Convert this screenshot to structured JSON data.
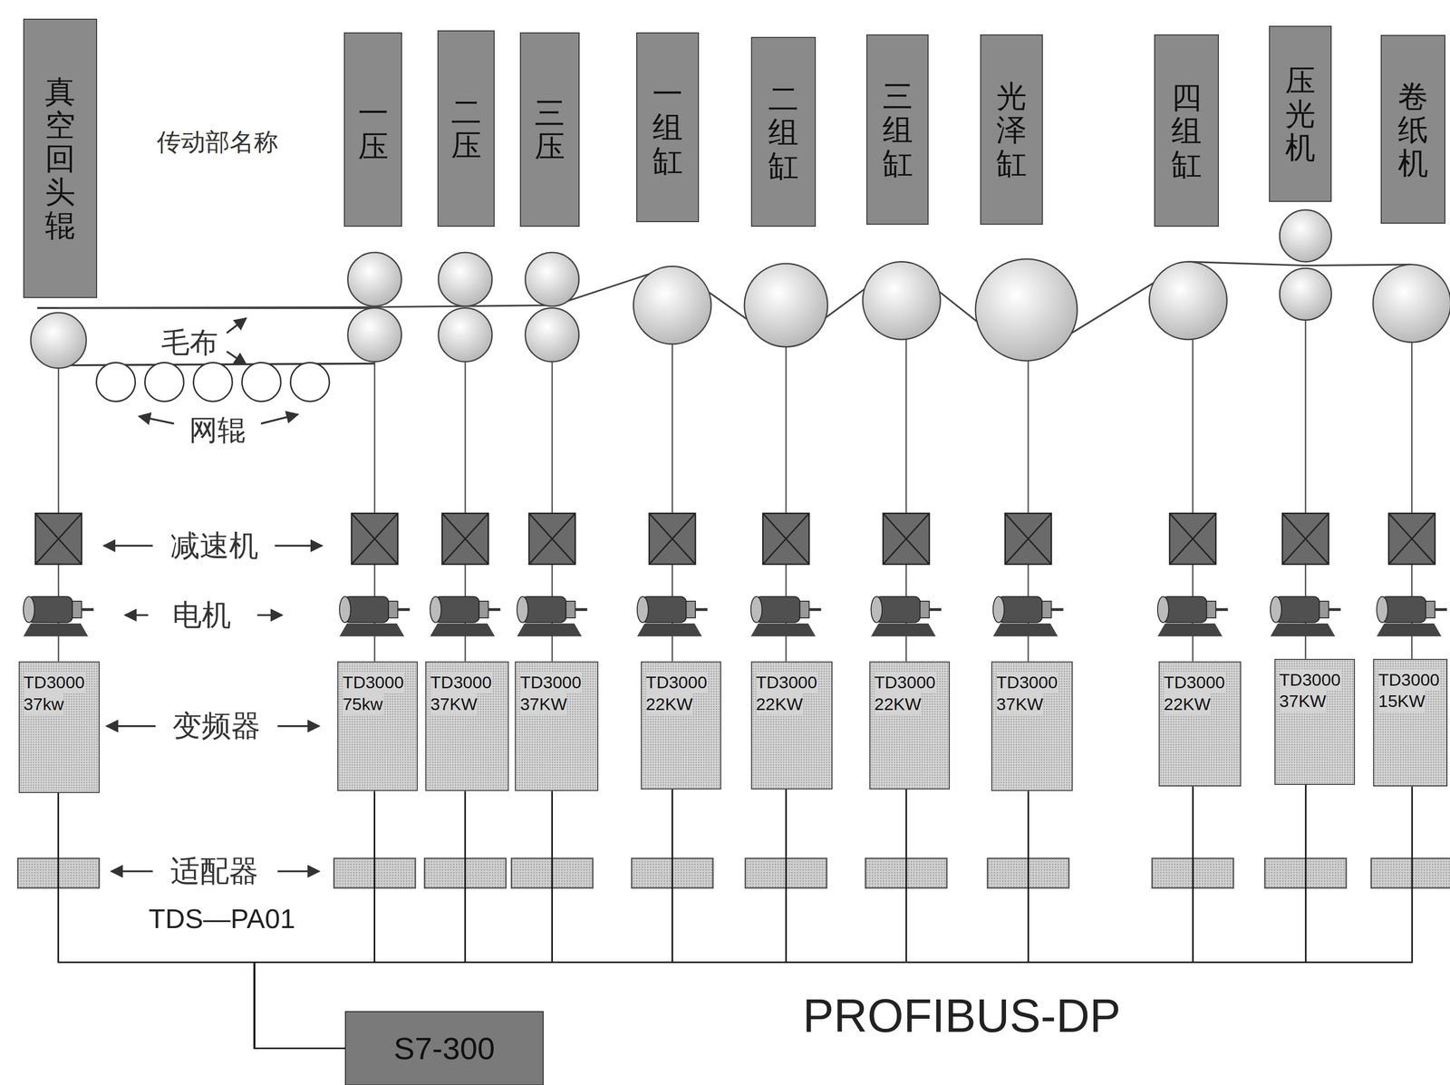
{
  "diagram": {
    "nodes": [
      {
        "text": [
          "真空回头辊"
        ]
      },
      {
        "text": [
          "一压"
        ]
      },
      {
        "text": [
          "二压"
        ]
      },
      {
        "text": [
          "三压"
        ]
      },
      {
        "text": [
          "一组缸"
        ]
      },
      {
        "text": [
          "二组缸"
        ]
      },
      {
        "text": [
          "三组缸"
        ]
      },
      {
        "text": [
          "光泽缸"
        ]
      },
      {
        "text": [
          "四组缸"
        ]
      },
      {
        "text": [
          "压光机"
        ]
      },
      {
        "text": [
          "卷纸机"
        ]
      },
      {
        "text": [
          "TD3000",
          "37kw"
        ]
      },
      {
        "text": [
          "TD3000",
          "75kw"
        ]
      },
      {
        "text": [
          "TD3000",
          "37KW"
        ]
      },
      {
        "text": [
          "TD3000",
          "37KW"
        ]
      },
      {
        "text": [
          "TD3000",
          "22KW"
        ]
      },
      {
        "text": [
          "TD3000",
          "22KW"
        ]
      },
      {
        "text": [
          "TD3000",
          "22KW"
        ]
      },
      {
        "text": [
          "TD3000",
          "37KW"
        ]
      },
      {
        "text": [
          "TD3000",
          "22KW"
        ]
      },
      {
        "text": [
          "TD3000",
          "37KW"
        ]
      },
      {
        "text": [
          "TD3000",
          "15KW"
        ]
      },
      {
        "text": [
          "S7-300"
        ]
      }
    ],
    "edges": [
      {
        "from": 11,
        "to": 22,
        "arrow": "none"
      },
      {
        "from": 12,
        "to": 22,
        "arrow": "none"
      },
      {
        "from": 13,
        "to": 22,
        "arrow": "none"
      },
      {
        "from": 14,
        "to": 22,
        "arrow": "none"
      },
      {
        "from": 15,
        "to": 22,
        "arrow": "none"
      },
      {
        "from": 16,
        "to": 22,
        "arrow": "none"
      },
      {
        "from": 17,
        "to": 22,
        "arrow": "none"
      },
      {
        "from": 18,
        "to": 22,
        "arrow": "none"
      },
      {
        "from": 19,
        "to": 22,
        "arrow": "none"
      },
      {
        "from": 20,
        "to": 22,
        "arrow": "none"
      },
      {
        "from": 21,
        "to": 22,
        "arrow": "none"
      }
    ],
    "labels": [
      "传动部名称",
      "毛布",
      "网辊",
      "减速机",
      "电机",
      "变频器",
      "适配器",
      "TDS—PA01",
      "PROFIBUS-DP"
    ]
  }
}
